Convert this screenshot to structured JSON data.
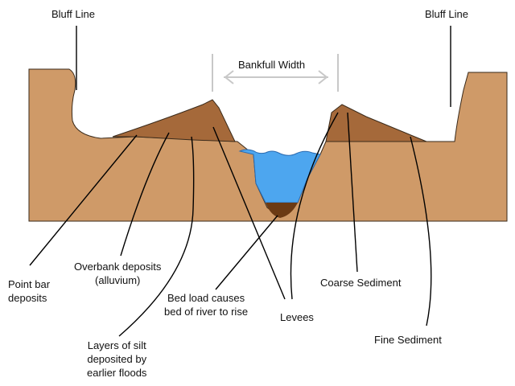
{
  "colors": {
    "ground": "#cf9a68",
    "deposit": "#a5693a",
    "water": "#4da6ef",
    "bedload": "#6b3a14",
    "outline": "#3a2a1a",
    "arrow": "#c8c8c8"
  },
  "labels": {
    "bluff_left": "Bluff Line",
    "bluff_right": "Bluff Line",
    "bankfull_width": "Bankfull Width",
    "point_bar_1": "Point bar",
    "point_bar_2": "deposits",
    "overbank_1": "Overbank deposits",
    "overbank_2": "(alluvium)",
    "silt_1": "Layers of silt",
    "silt_2": "deposited by",
    "silt_3": "earlier floods",
    "bedload_1": "Bed load causes",
    "bedload_2": "bed of river to rise",
    "levees": "Levees",
    "coarse": "Coarse Sediment",
    "fine": "Fine Sediment"
  }
}
